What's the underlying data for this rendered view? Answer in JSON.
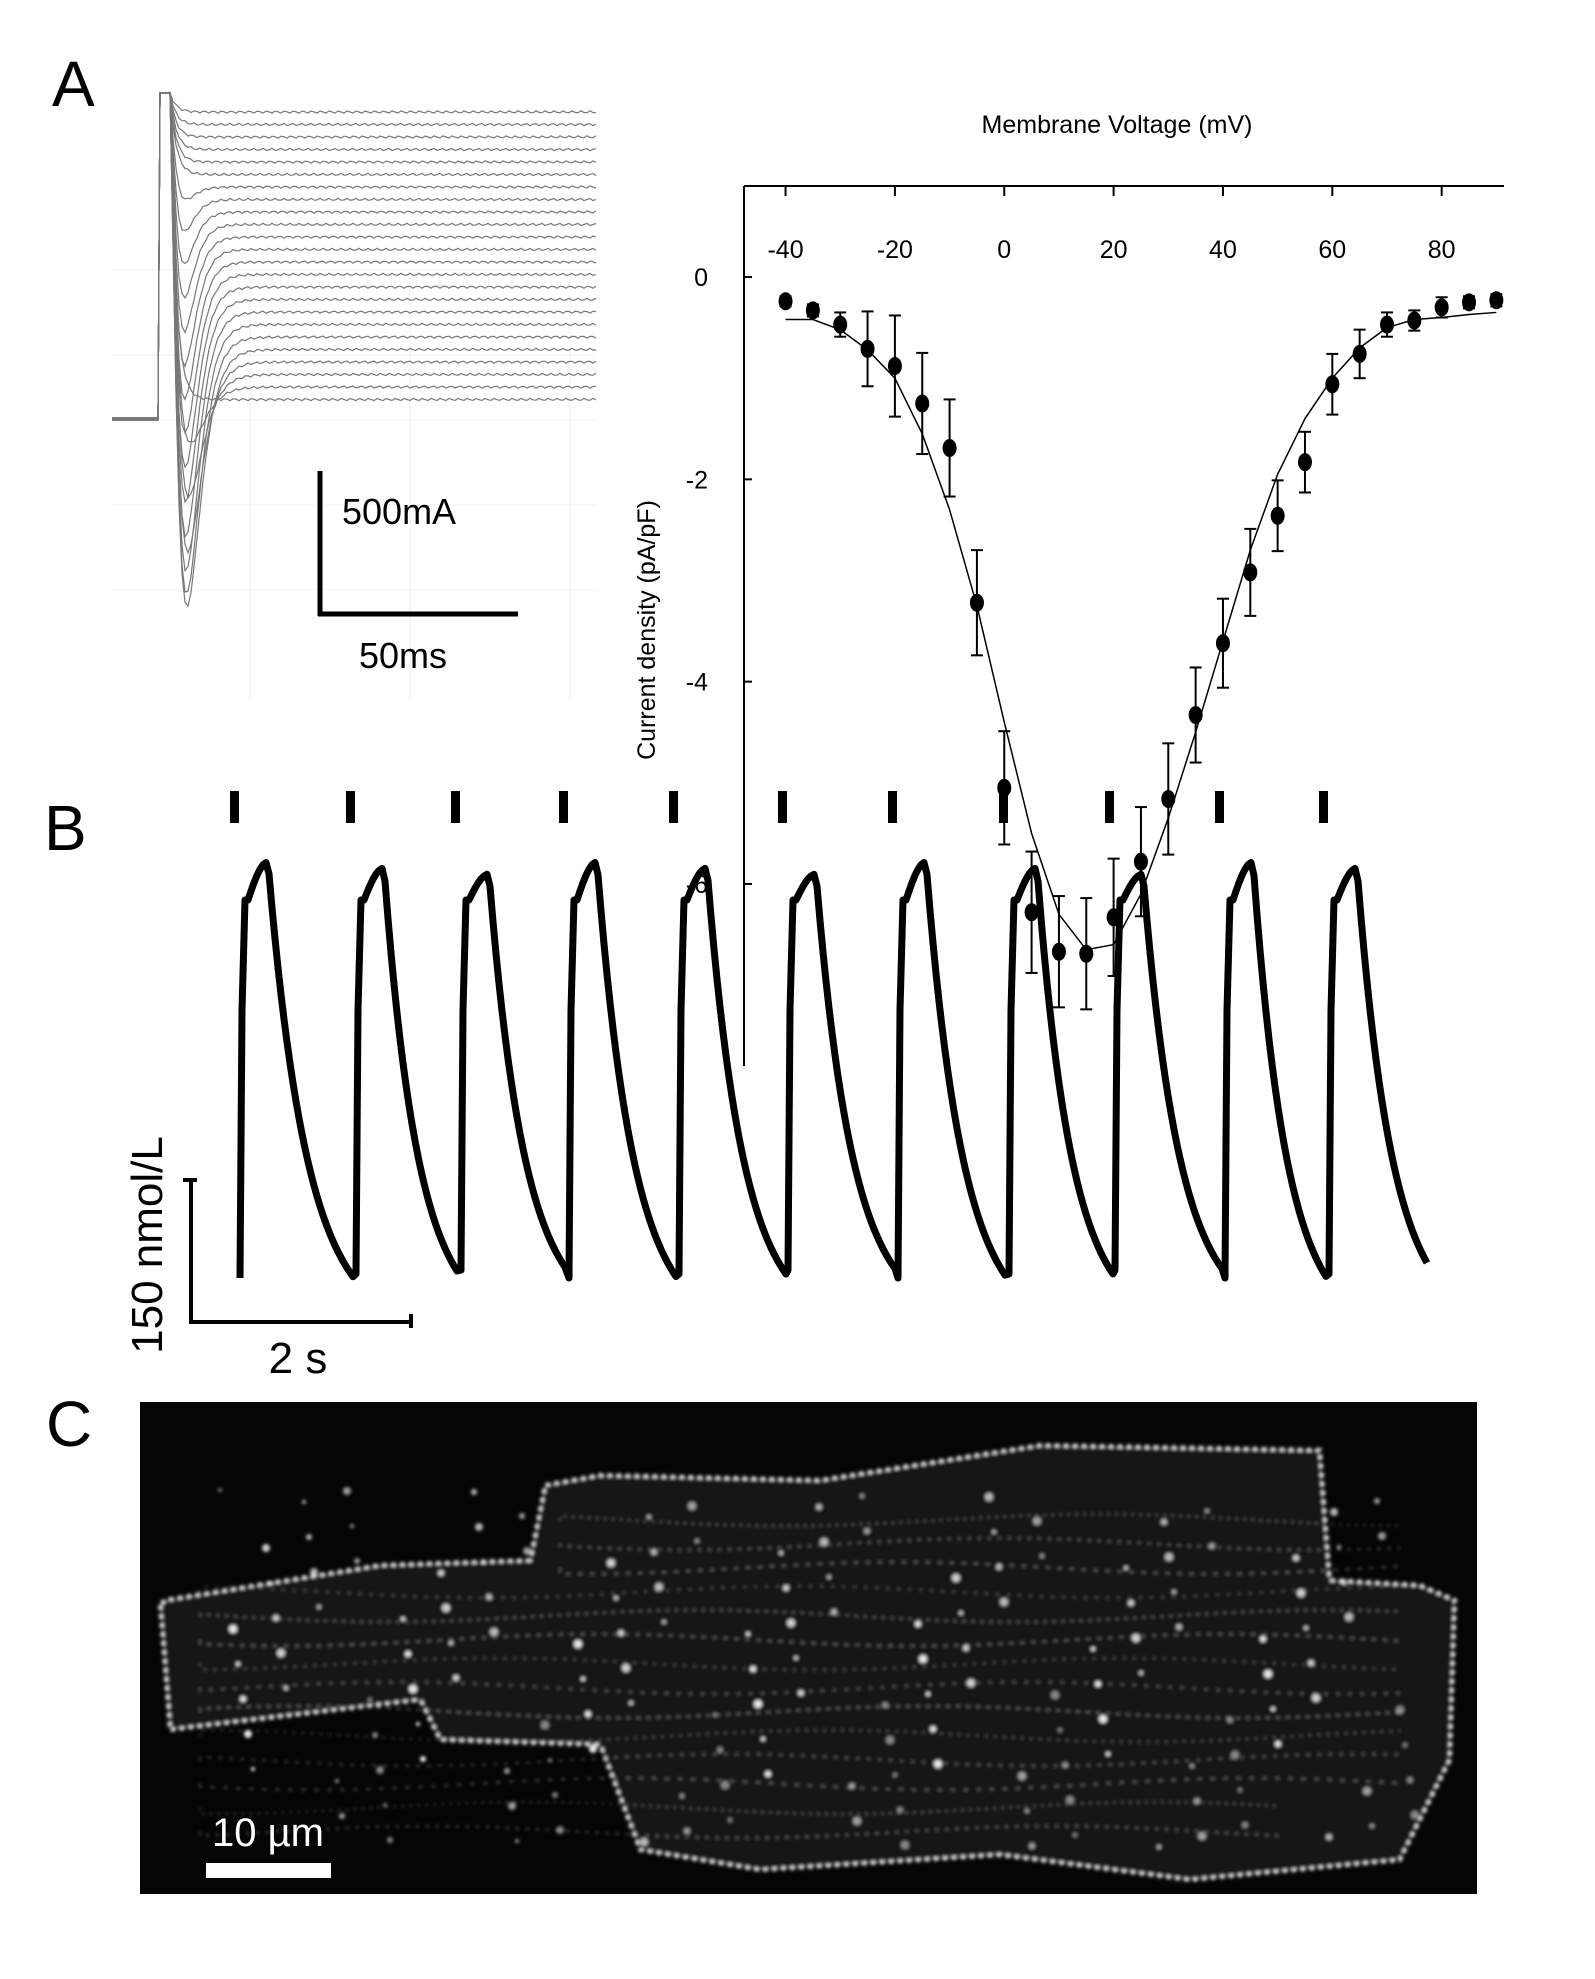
{
  "panels": {
    "a": {
      "label": "A",
      "scale_current": "500mA",
      "scale_time": "50ms"
    },
    "b": {
      "label": "B",
      "scale_conc": "150 nmol/L",
      "scale_time": "2 s",
      "stimulus_count": 11
    },
    "c": {
      "label": "C",
      "scale_bar": "10 µm"
    }
  },
  "chart_data": {
    "type": "scatter",
    "title": "",
    "xlabel": "Membrane Voltage (mV)",
    "ylabel": "Current density (pA/pF)",
    "xlim": [
      -47.6,
      91.4
    ],
    "ylim": [
      -7.8,
      0.9
    ],
    "x_ticks": [
      -40,
      -20,
      0,
      20,
      40,
      60,
      80
    ],
    "y_ticks": [
      0,
      -2,
      -4,
      -6
    ],
    "x_axis_position": "top",
    "grid": false,
    "series": [
      {
        "type": "scatter-errorbar",
        "x": [
          -40,
          -35,
          -30,
          -25,
          -20,
          -15,
          -10,
          -5,
          0,
          5,
          10,
          15,
          20,
          25,
          30,
          35,
          40,
          45,
          50,
          55,
          60,
          65,
          70,
          75,
          80,
          85,
          90
        ],
        "y": [
          -0.24,
          -0.33,
          -0.47,
          -0.71,
          -0.88,
          -1.25,
          -1.69,
          -3.22,
          -5.05,
          -6.28,
          -6.67,
          -6.69,
          -6.33,
          -5.78,
          -5.16,
          -4.33,
          -3.62,
          -2.92,
          -2.36,
          -1.83,
          -1.06,
          -0.76,
          -0.47,
          -0.43,
          -0.3,
          -0.25,
          -0.23
        ],
        "err": [
          0.05,
          0.06,
          0.12,
          0.37,
          0.5,
          0.5,
          0.48,
          0.52,
          0.56,
          0.6,
          0.55,
          0.55,
          0.58,
          0.54,
          0.55,
          0.47,
          0.44,
          0.43,
          0.35,
          0.3,
          0.3,
          0.24,
          0.12,
          0.1,
          0.1,
          0.06,
          0.06
        ]
      },
      {
        "type": "line",
        "x": [
          -40,
          -35,
          -30,
          -25,
          -20,
          -15,
          -10,
          -5,
          0,
          5,
          10,
          15,
          20,
          25,
          30,
          35,
          40,
          45,
          50,
          55,
          60,
          65,
          70,
          75,
          80,
          85,
          90
        ],
        "y": [
          -0.42,
          -0.42,
          -0.52,
          -0.72,
          -1.0,
          -1.55,
          -2.3,
          -3.25,
          -4.4,
          -5.5,
          -6.3,
          -6.65,
          -6.6,
          -6.1,
          -5.35,
          -4.5,
          -3.6,
          -2.7,
          -1.95,
          -1.4,
          -1.0,
          -0.7,
          -0.5,
          -0.42,
          -0.4,
          -0.37,
          -0.35
        ]
      }
    ]
  }
}
